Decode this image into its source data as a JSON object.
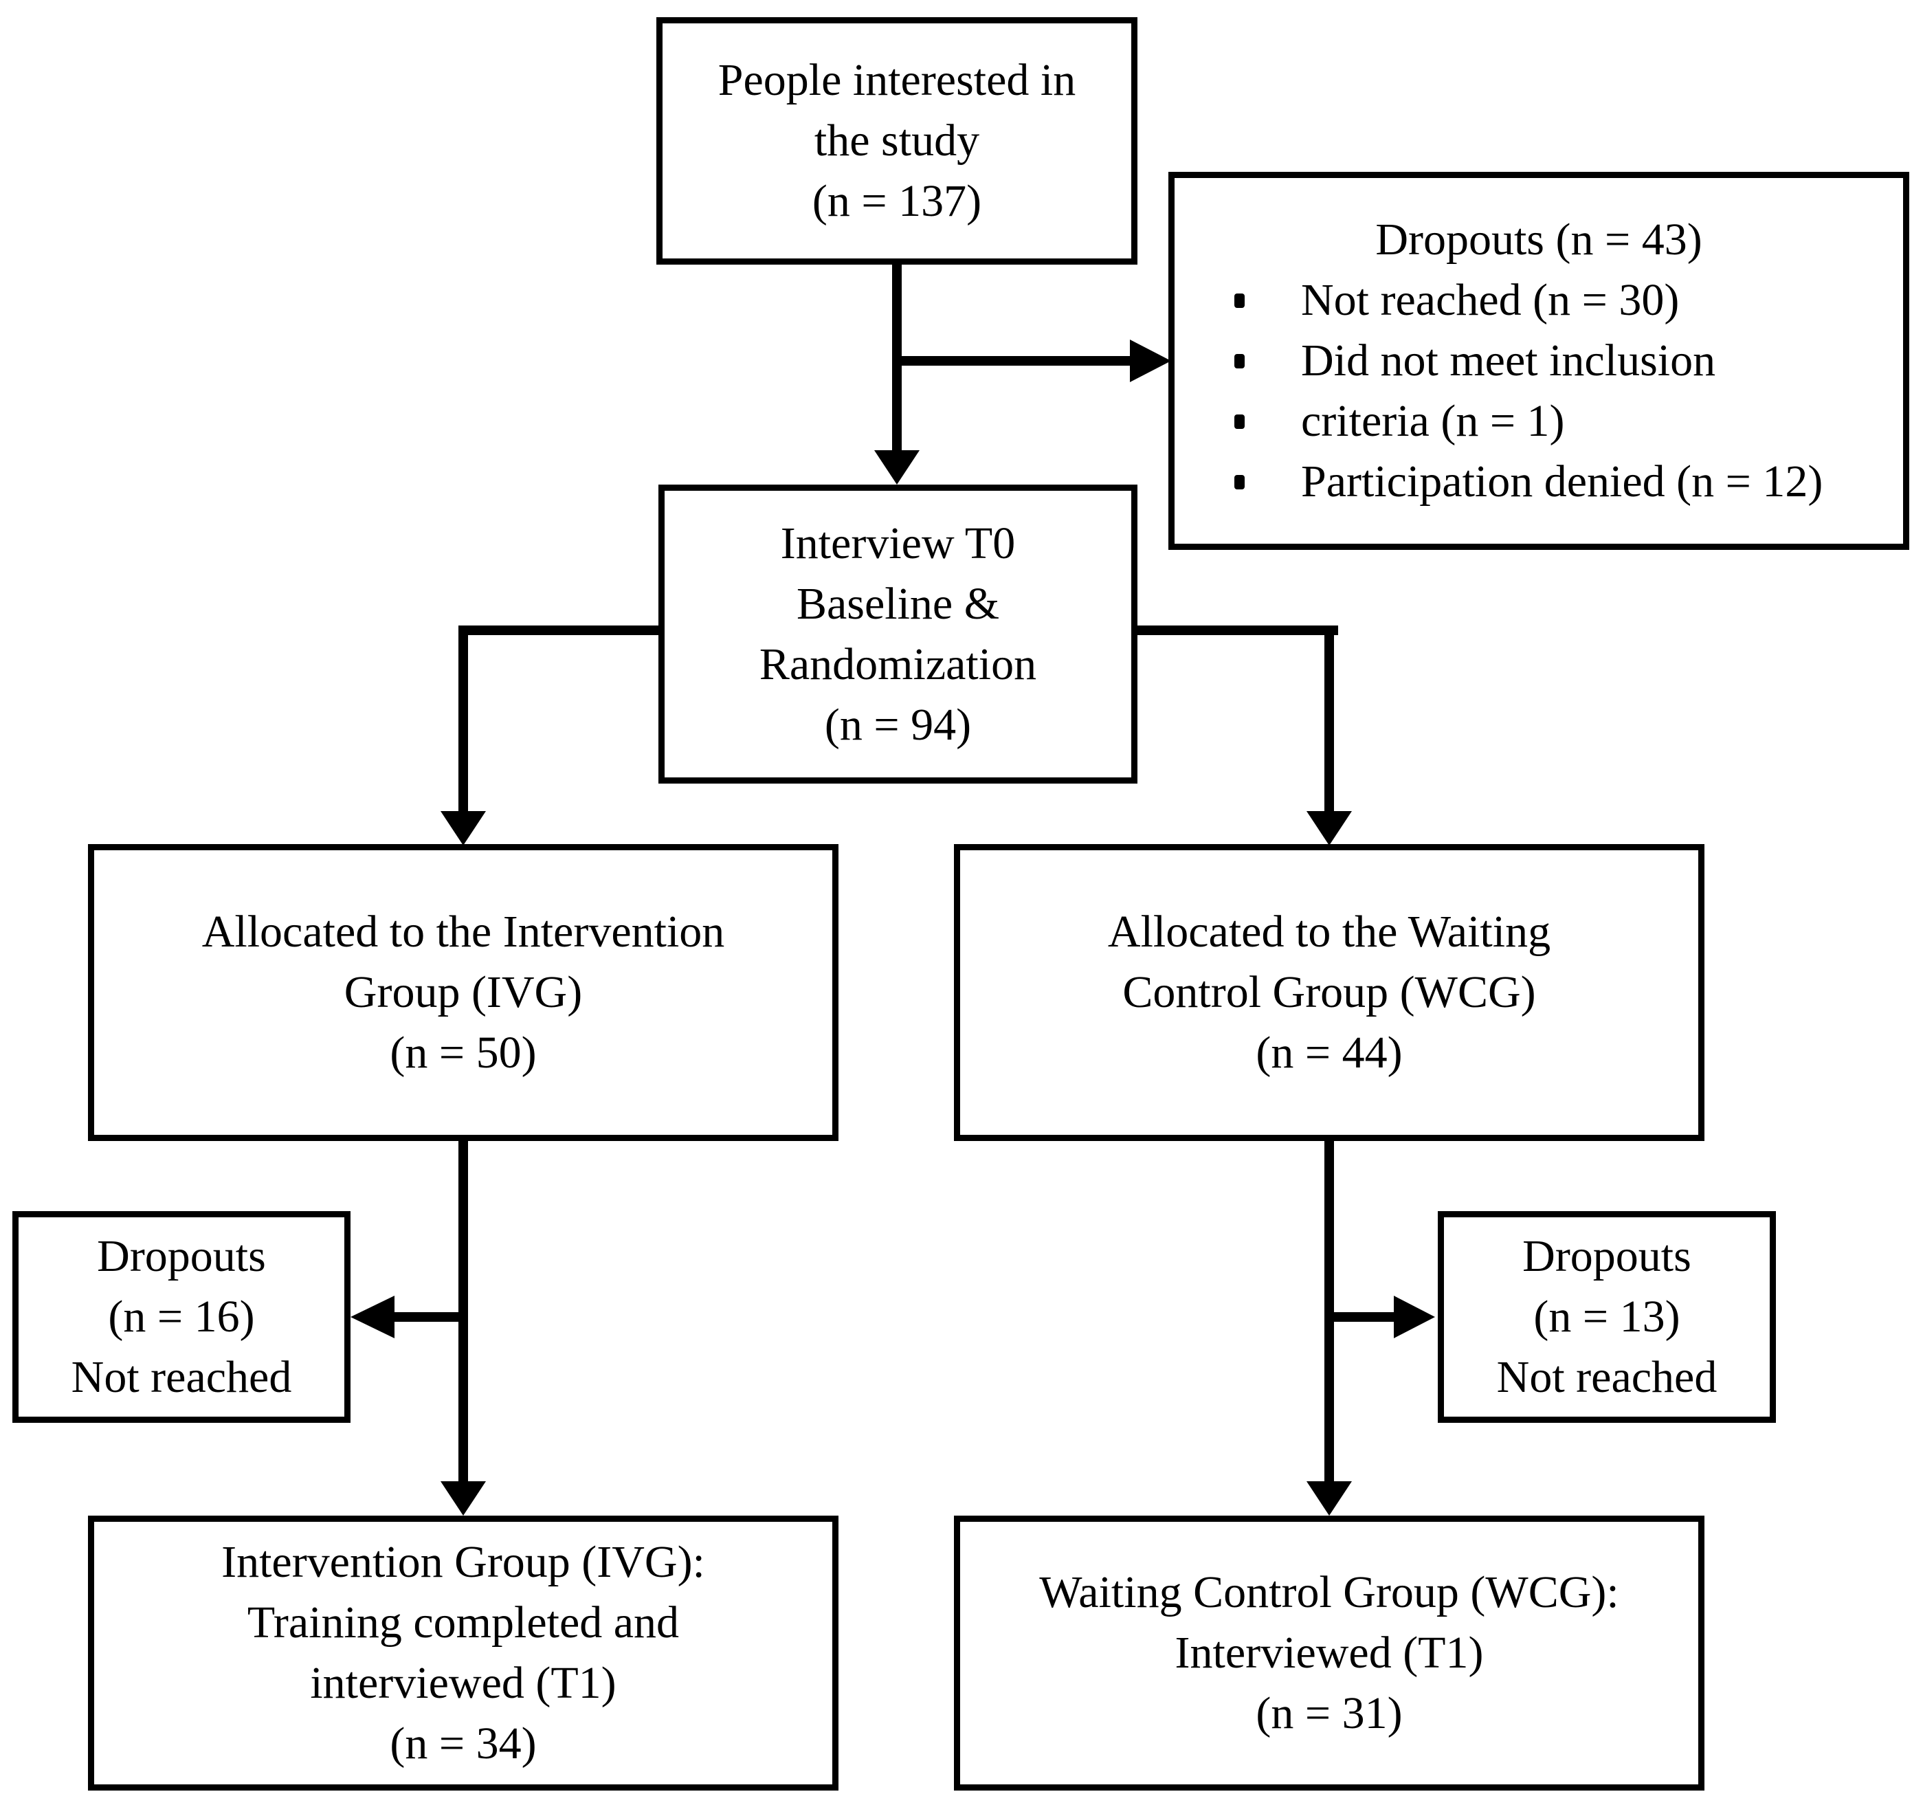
{
  "diagram": {
    "type": "participant-flow-chart",
    "colors": {
      "line": "#000000",
      "text": "#000000",
      "background": "#ffffff"
    },
    "boxes": {
      "interested": {
        "lines": [
          "People interested in",
          "the study",
          "(n = 137)"
        ]
      },
      "screening_dropouts": {
        "title": "Dropouts (n = 43)",
        "bullets": [
          "Not reached (n = 30)",
          "Did not meet inclusion",
          "criteria (n = 1)",
          "Participation denied (n = 12)"
        ]
      },
      "interview": {
        "lines": [
          "Interview T0",
          "Baseline &",
          "Randomization",
          "(n = 94)"
        ]
      },
      "alloc_ivg": {
        "lines": [
          "Allocated to the Intervention",
          "Group (IVG)",
          "(n = 50)"
        ]
      },
      "alloc_wcg": {
        "lines": [
          "Allocated to the Waiting",
          "Control Group (WCG)",
          "(n = 44)"
        ]
      },
      "dropouts_ivg": {
        "lines": [
          "Dropouts",
          "(n = 16)",
          "Not reached"
        ]
      },
      "dropouts_wcg": {
        "lines": [
          "Dropouts",
          "(n = 13)",
          "Not reached"
        ]
      },
      "final_ivg": {
        "lines": [
          "Intervention Group (IVG):",
          "Training completed and",
          "interviewed (T1)",
          "(n = 34)"
        ]
      },
      "final_wcg": {
        "lines": [
          "Waiting Control Group (WCG):",
          "Interviewed (T1)",
          "(n = 31)"
        ]
      }
    }
  }
}
